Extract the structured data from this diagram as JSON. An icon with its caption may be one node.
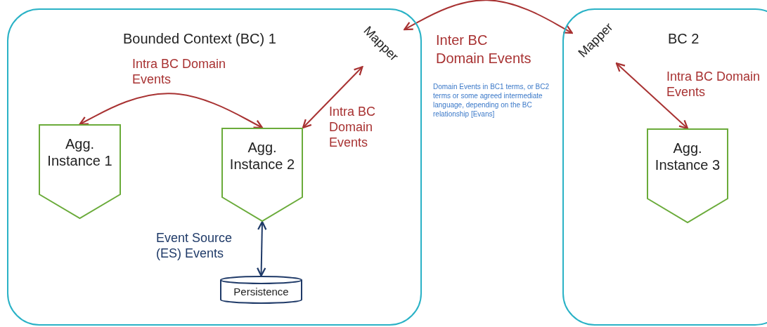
{
  "diagram": {
    "nodes": [
      {
        "text": [
          "Bounded Context (BC) 1"
        ]
      },
      {
        "text": [
          "Mapper"
        ],
        "in": 0
      },
      {
        "text": [
          "Agg. Instance 1"
        ],
        "in": 0
      },
      {
        "text": [
          "Agg. Instance 2"
        ],
        "in": 0
      },
      {
        "text": [
          "Persistence"
        ],
        "in": 0
      },
      {
        "text": [
          "BC 2"
        ]
      },
      {
        "text": [
          "Mapper"
        ],
        "in": 5
      },
      {
        "text": [
          "Agg. Instance 3"
        ],
        "in": 5
      }
    ],
    "edges": [
      {
        "from": 2,
        "to": 3,
        "arrow": "both",
        "label": "Intra BC Domain Events"
      },
      {
        "from": 3,
        "to": 1,
        "arrow": "both",
        "label": "Intra BC Domain Events"
      },
      {
        "from": 1,
        "to": 6,
        "arrow": "both",
        "label": "Inter BC Domain Events"
      },
      {
        "from": 6,
        "to": 7,
        "arrow": "both",
        "label": "Intra BC Domain Events"
      },
      {
        "from": 3,
        "to": 4,
        "arrow": "both",
        "label": "Event Source (ES) Events",
        "color": "#1f3a68"
      }
    ],
    "labels": [
      "Domain Events in BC1 terms, or BC2 terms or some agreed intermediate language, depending on the BC relationship [Evans]"
    ]
  }
}
